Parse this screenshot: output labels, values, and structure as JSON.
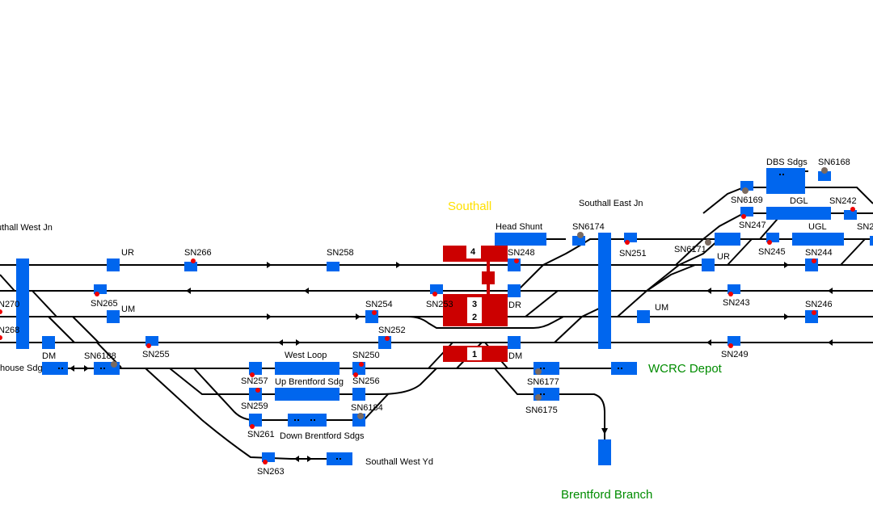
{
  "station_title": "Southall",
  "junctions": {
    "west": "uthall West Jn",
    "east": "Southall East Jn"
  },
  "destinations": {
    "wcrc": "WCRC Depot",
    "brentford": "Brentford Branch"
  },
  "lines": {
    "ur_w": "UR",
    "um_w": "UM",
    "dm_w": "DM",
    "ur_e": "UR",
    "um_e": "UM",
    "dr": "DR",
    "dm_c": "DM"
  },
  "sidings": {
    "head_shunt": "Head Shunt",
    "dbs": "DBS Sdgs",
    "dgl": "DGL",
    "ugl": "UGL",
    "west_loop": "West Loop",
    "up_brentford": "Up Brentford Sdg",
    "down_brentford": "Down Brentford Sdgs",
    "west_yard": "Southall West Yd",
    "house_sdg": "house Sdg"
  },
  "platforms": {
    "p4": "4",
    "p3": "3",
    "p2": "2",
    "p1": "1"
  },
  "signals": {
    "sn270": "N270",
    "sn268": "N268",
    "sn266": "SN266",
    "sn265": "SN265",
    "sn258": "SN258",
    "sn255": "SN255",
    "sn6188": "SN6188",
    "sn254": "SN254",
    "sn253": "SN253",
    "sn252": "SN252",
    "sn250": "SN250",
    "sn257": "SN257",
    "sn256": "SN256",
    "sn259": "SN259",
    "sn6184": "SN6184",
    "sn261": "SN261",
    "sn263": "SN263",
    "sn248": "SN248",
    "sn6174": "SN6174",
    "sn251": "SN251",
    "sn6177": "SN6177",
    "sn6175": "SN6175",
    "sn6169": "SN6169",
    "sn247": "SN247",
    "sn6171": "SN6171",
    "sn6168": "SN6168",
    "sn242": "SN242",
    "sn245": "SN245",
    "sn244": "SN244",
    "sn243": "SN243",
    "sn246": "SN246",
    "sn249": "SN249",
    "sn2x": "SN2"
  },
  "colors": {
    "track_circuit": "#0066ee",
    "occupied": "#cc0000",
    "signal": "#ee0000",
    "title": "#ffe000",
    "destination": "#008c00"
  }
}
